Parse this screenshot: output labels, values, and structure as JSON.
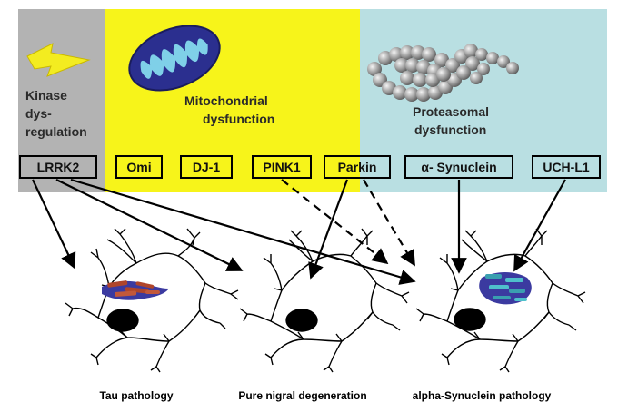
{
  "bands": {
    "kinase": {
      "label_lines": [
        "Kinase",
        "dys-",
        "regulation"
      ],
      "color": "#b3b3b3"
    },
    "mito": {
      "label_lines": [
        "Mitochondrial",
        "dysfunction"
      ],
      "color": "#f7f41a"
    },
    "proteasomal": {
      "label_lines": [
        "Proteasomal",
        "dysfunction"
      ],
      "color": "#b9dfe2"
    }
  },
  "genes": {
    "lrrk2": "LRRK2",
    "omi": "Omi",
    "dj1": "DJ-1",
    "pink1": "PINK1",
    "parkin": "Parkin",
    "asyn": "α- Synuclein",
    "uchl1": "UCH-L1"
  },
  "pathologies": {
    "tau": "Tau pathology",
    "nigral": "Pure nigral degeneration",
    "asyn": "alpha-Synuclein pathology"
  },
  "icons": [
    "lightning-bolt-icon",
    "mitochondrion-icon",
    "protein-aggregate-icon"
  ],
  "colors": {
    "kinase_band": "#b3b3b3",
    "mito_band": "#f7f41a",
    "proteasomal_band": "#b9dfe2",
    "lightning": "#f3ec20",
    "mito_outer": "#2b2f8f",
    "mito_inner": "#7fd0e8",
    "tau_fibrils": "#b0452a",
    "synuclein_aggregate": "#3a9fb0"
  }
}
